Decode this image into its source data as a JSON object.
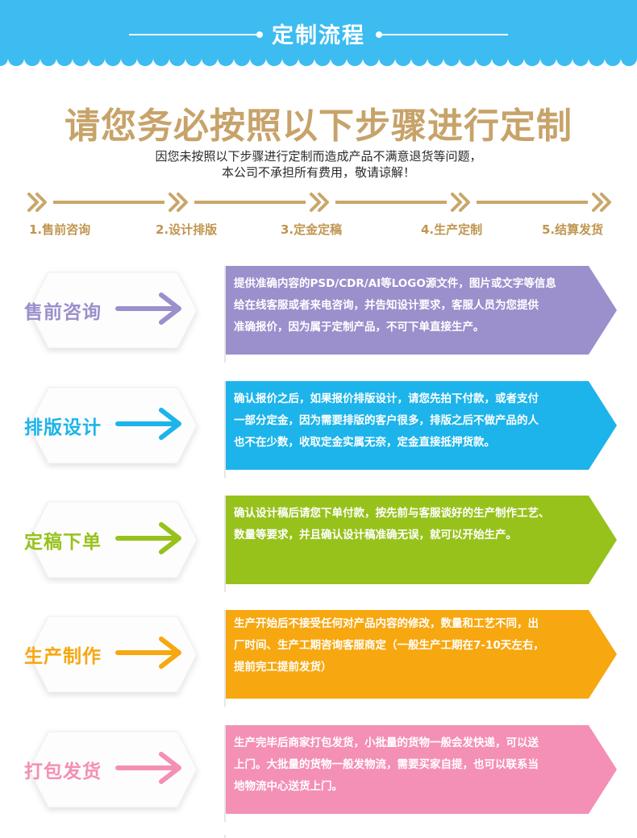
{
  "header": {
    "title": "定制流程",
    "band_color": "#3cbcf0"
  },
  "headline": {
    "title": "请您务必按照以下步骤进行定制",
    "notice_line1": "因您未按照以下步骤进行定制而造成产品不满意退货等问题，",
    "notice_line2": "本公司不承担所有费用，敬请谅解！"
  },
  "timeline": {
    "accent": "#c9a66a",
    "steps": [
      "1.售前咨询",
      "2.设计排版",
      "3.定金定稿",
      "4.生产定制",
      "5.结算发货"
    ]
  },
  "process": [
    {
      "label": "售前咨询",
      "icon": "arrow-right-icon",
      "color": "#9b8fcc",
      "lines": [
        "提供准确内容的PSD/CDR/AI等LOGO源文件，图片或文字等信息",
        "给在线客服或者来电咨询，并告知设计要求，客服人员为您提供",
        "准确报价，因为属于定制产品，不可下单直接生产。"
      ]
    },
    {
      "label": "排版设计",
      "icon": "arrow-right-icon",
      "color": "#1cb4ea",
      "lines": [
        "确认报价之后，如果报价排版设计，请您先拍下付款，或者支付",
        "一部分定金，因为需要排版的客户很多，排版之后不做产品的人",
        "也不在少数，收取定金实属无奈，定金直接抵押货款。"
      ]
    },
    {
      "label": "定稿下单",
      "icon": "arrow-right-icon",
      "color": "#97c21c",
      "lines": [
        "确认设计稿后请您下单付款，按先前与客服谈好的生产制作工艺、",
        "数量等要求，并且确认设计稿准确无误，就可以开始生产。"
      ]
    },
    {
      "label": "生产制作",
      "icon": "arrow-right-icon",
      "color": "#f7a70f",
      "lines": [
        "生产开始后不接受任何对产品内容的修改，数量和工艺不同，出",
        "厂时间、生产工期咨询客服商定（一般生产工期在7-10天左右，",
        "提前完工提前发货）"
      ]
    },
    {
      "label": "打包发货",
      "icon": "arrow-right-icon",
      "color": "#f48fb5",
      "lines": [
        "生产完毕后商家打包发货，小批量的货物一般会发快递，可以送",
        "上门。大批量的货物一般发物流，需要买家自提，也可以联系当",
        "地物流中心送货上门。"
      ]
    }
  ]
}
